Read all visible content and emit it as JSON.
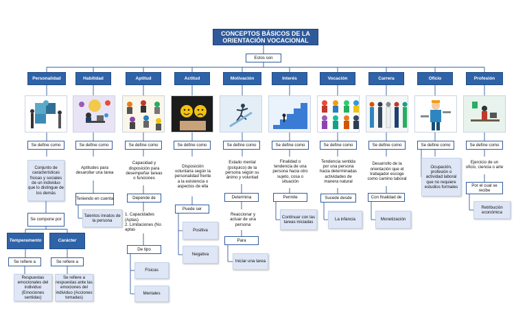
{
  "title": "CONCEPTOS BÁSICOS DE LA ORIENTACIÓN VOCACIONAL",
  "connector_top": "Estos son",
  "concepts": [
    {
      "name": "Personalidad",
      "image_icon": "puzzle-people-illustration",
      "link": "Se define como",
      "definition": "Conjunto de características físicas y sociales de un individuo que lo distingue de los demás",
      "sublink": "Se compone por",
      "components": [
        {
          "name": "Temperamento",
          "link": "Se refiere a",
          "text": "Respuestas emocionales del individuo (Emociones sentidas)"
        },
        {
          "name": "Carácter",
          "link": "Se refiere a",
          "text": "Se refiere a respuestas ante las emociones del individuo (Acciones tomadas)"
        }
      ]
    },
    {
      "name": "Habilidad",
      "image_icon": "person-at-desk-illustration",
      "link": "Se define como",
      "definition": "Aptitudes para desarollar una tarea",
      "sublink": "Teniendo en cuenta",
      "detail": "Talentos innatos de la persona"
    },
    {
      "name": "Aptitud",
      "image_icon": "group-people-illustration",
      "link": "Se define como",
      "definition": "Capacidad y disposición para desempeñar tareas o funciones",
      "sublink": "Depende de",
      "detail": "1. Capacidades (Aptas)\n2. Limitaciones (No aptas",
      "sublink2": "De tipo",
      "types": [
        "Físicas",
        "Mentales"
      ]
    },
    {
      "name": "Actitud",
      "image_icon": "happy-sad-faces-illustration",
      "link": "Se define como",
      "definition": "Disposición voluntaria según la personalidad frente a la existencia o aspectos de ella",
      "sublink": "Puede ser",
      "types": [
        "Positiva",
        "Negativa"
      ]
    },
    {
      "name": "Motivación",
      "image_icon": "runner-arrow-illustration",
      "link": "Se define como",
      "definition": "Estado mental (psíquico) de la persona según su ánimo y voluntad",
      "sublink": "Determina",
      "detail": "Reaccionar y actuar de una persona",
      "sublink2": "Para",
      "detail2": "Iniciar una tarea"
    },
    {
      "name": "Interés",
      "image_icon": "stairs-climb-illustration",
      "link": "Se define como",
      "definition": "Finalidad o tendencia de una persona hacia otro sujeto, cosa o situación",
      "sublink": "Permite",
      "detail": "Continuar con las tareas iniciadas"
    },
    {
      "name": "Vocación",
      "image_icon": "professions-grid-illustration",
      "link": "Se define como",
      "definition": "Tendencia sentida por una persona hacia determinadas actividades de manera natural",
      "sublink": "Sucede desde",
      "detail": "La infancia"
    },
    {
      "name": "Carrera",
      "image_icon": "professionals-row-illustration",
      "link": "Se define como",
      "definition": "Desarrollo de la orientación que el trabajador escoge como camino laboral",
      "sublink": "Con finalidad de",
      "detail": "Monetización"
    },
    {
      "name": "Oficio",
      "image_icon": "worker-tools-illustration",
      "link": "Se define como",
      "definition": "Ocupación, profesión o actividad laboral que no requiere estudios formales"
    },
    {
      "name": "Profesión",
      "image_icon": "office-worker-illustration",
      "link": "Se define como",
      "definition": "Ejercicio de un oficio, ciencia o arte",
      "sublink": "Por el cual se recibe",
      "detail": "Retribución económica"
    }
  ]
}
